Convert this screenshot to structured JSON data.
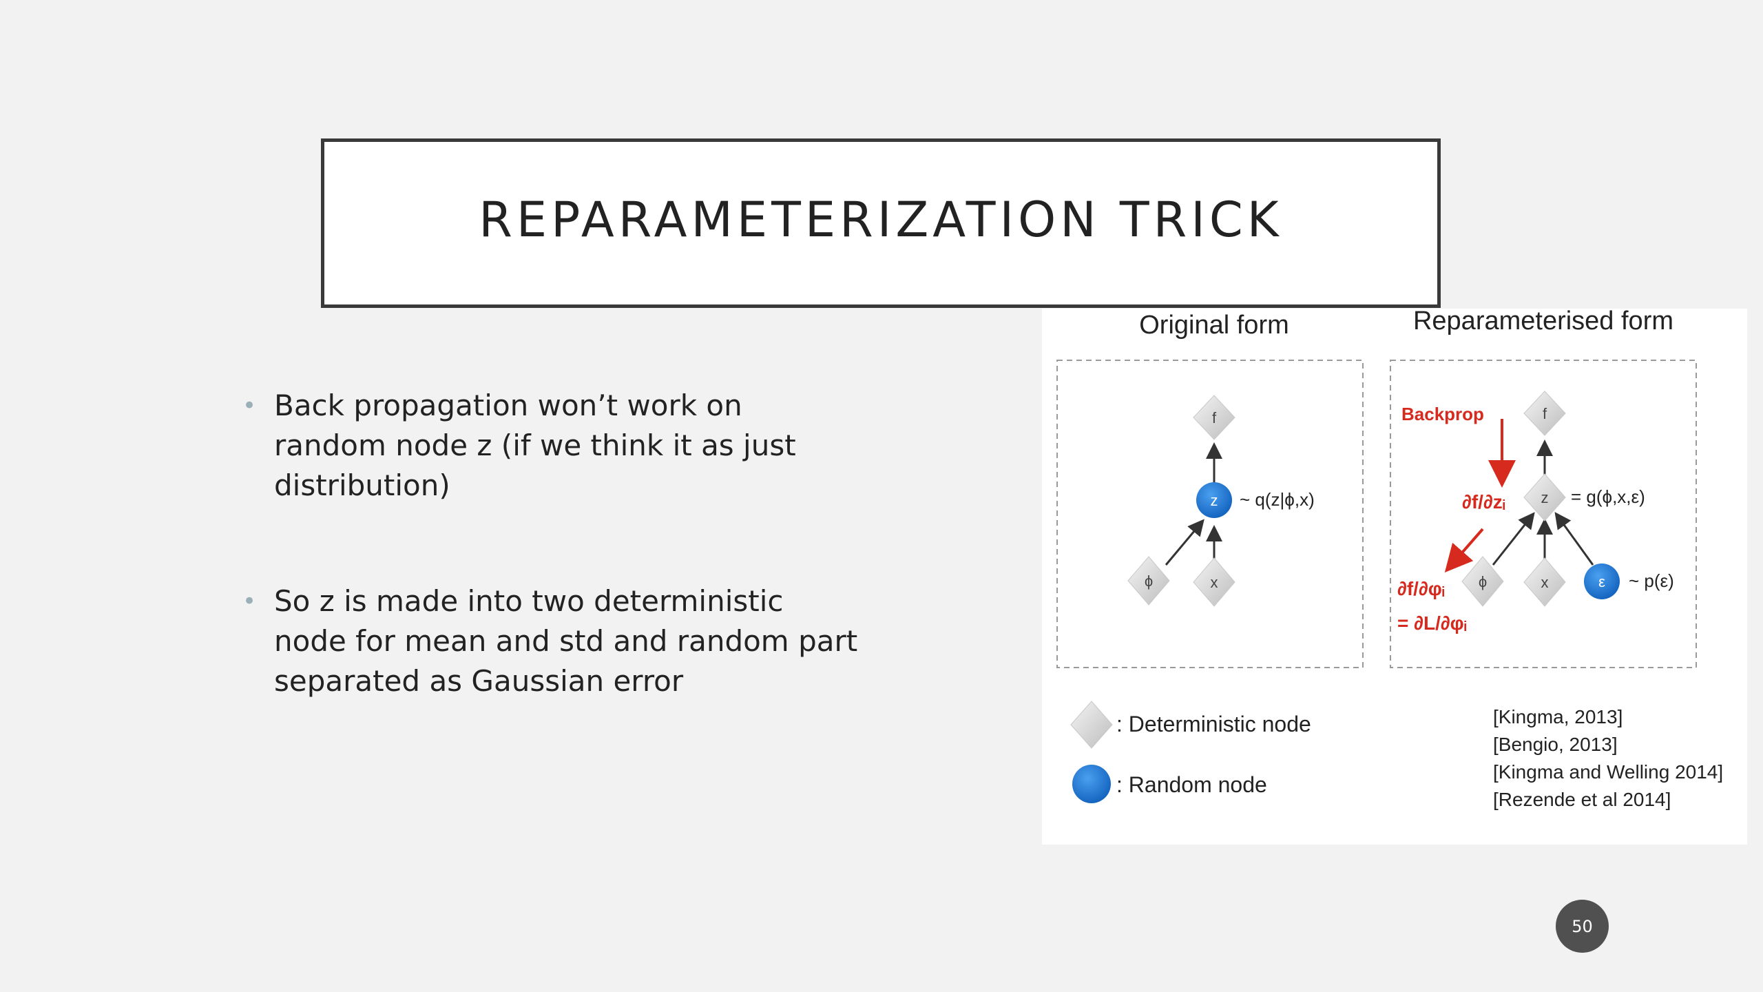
{
  "slide": {
    "title": "REPARAMETERIZATION TRICK",
    "bullets": [
      "Back propagation won’t work on random node z (if we think it as just distribution)",
      "So z is made into two deterministic node for mean and std and random part separated as Gaussian error"
    ],
    "page_number": "50"
  },
  "figure": {
    "original_heading": "Original form",
    "reparam_heading": "Reparameterised form",
    "original": {
      "node_f": "f",
      "node_z": "z",
      "node_phi": "ϕ",
      "node_x": "x",
      "z_label": "~ q(z|ϕ,x)"
    },
    "reparam": {
      "backprop": "Backprop",
      "node_f": "f",
      "node_z": "z",
      "node_phi": "ϕ",
      "node_x": "x",
      "node_eps": "ε",
      "z_label": "= g(ϕ,x,ε)",
      "eps_label": "~ p(ε)",
      "grad_z": "∂f/∂zᵢ",
      "grad_phi": "∂f/∂φᵢ",
      "grad_L": "= ∂L/∂φᵢ"
    },
    "legend": {
      "deterministic": ": Deterministic node",
      "random": ": Random node"
    },
    "references": [
      "[Kingma, 2013]",
      "[Bengio, 2013]",
      "[Kingma and Welling 2014]",
      "[Rezende et al 2014]"
    ],
    "colors": {
      "random_node": "#1f78d1",
      "backprop_red": "#d62a1e",
      "deterministic_node": "#dcdcdc"
    }
  }
}
